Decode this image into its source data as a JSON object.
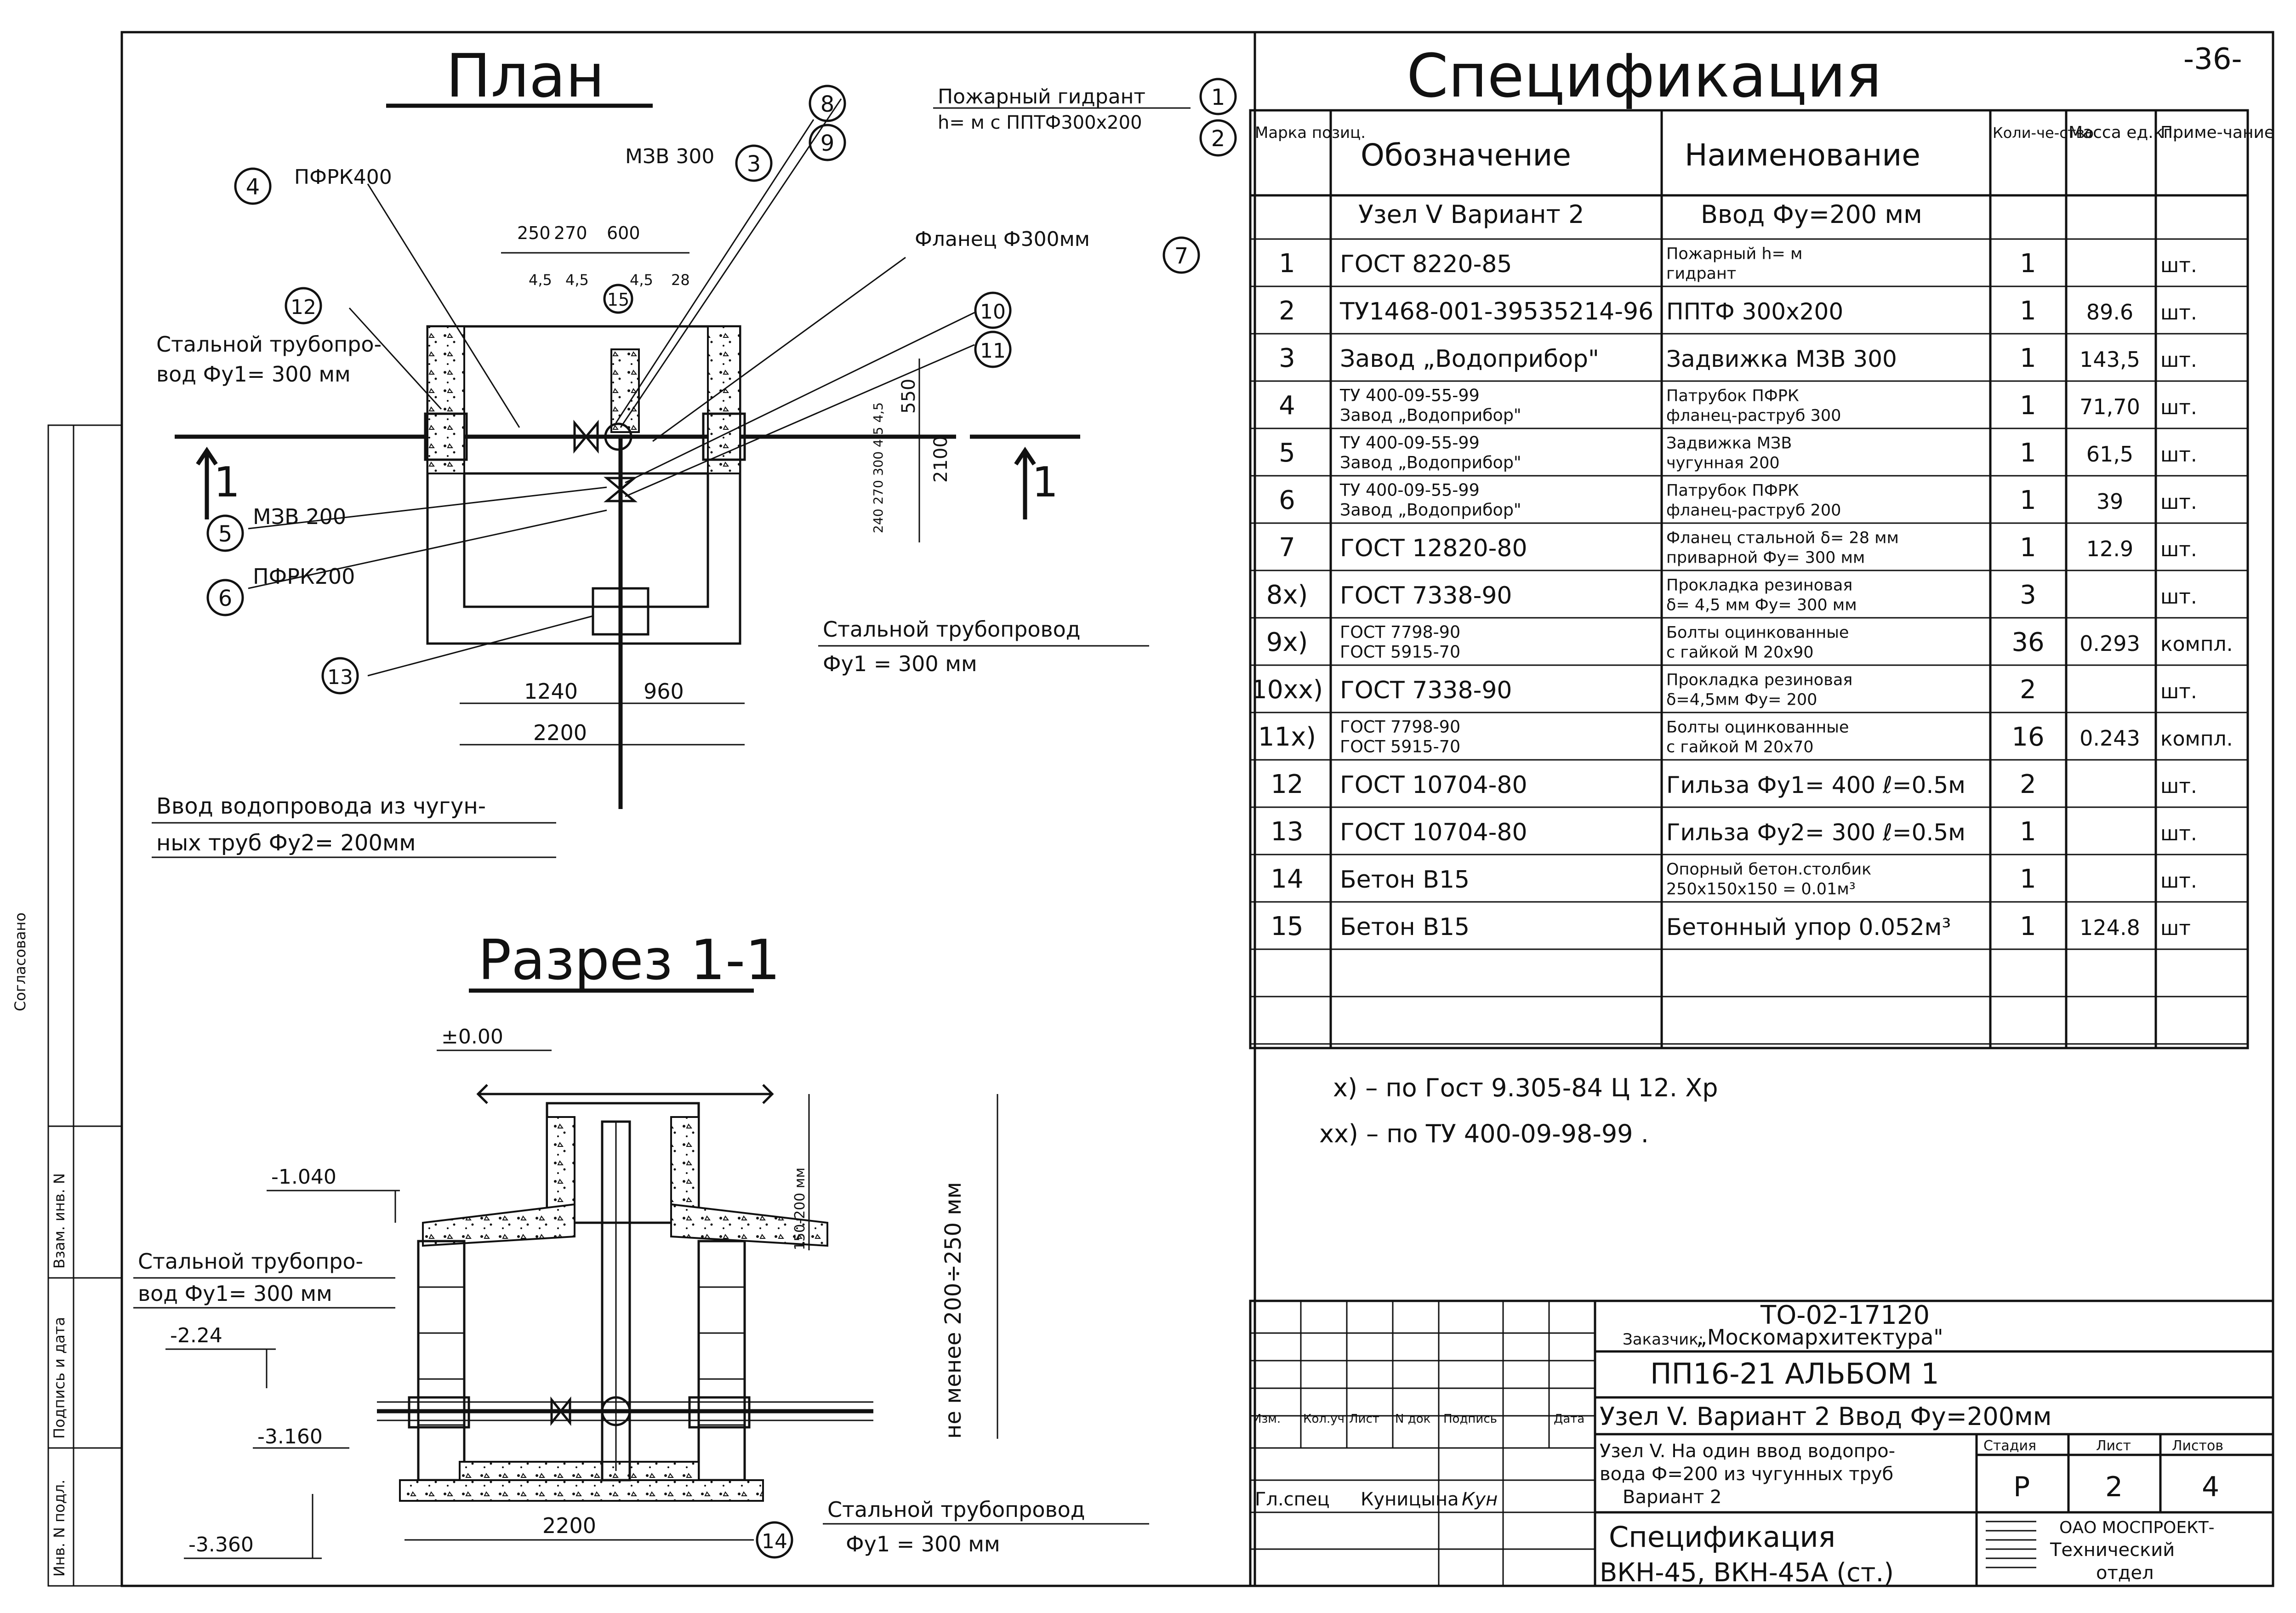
{
  "page_number": "-36-",
  "plan": {
    "title": "План",
    "hydrant_label_1": "Пожарный гидрант",
    "hydrant_label_2": "h=       м с ППТФ300х200",
    "mzv300": "МЗВ 300",
    "pfrk400": "ПФРК400",
    "flange": "Фланец Ф300мм",
    "steel_pipe_left_1": "Стальной трубопро-",
    "steel_pipe_left_2": "вод  Фу1= 300 мм",
    "mzv200": "МЗВ  200",
    "pfrk200": "ПФРК200",
    "steel_pipe_right_1": "Стальной трубопровод",
    "steel_pipe_right_2": "Фу1 = 300 мм",
    "dims_top": [
      "250",
      "270",
      "600"
    ],
    "dims_top_small": [
      "4,5",
      "4,5",
      "4,5",
      "28"
    ],
    "dim_550": "550",
    "dim_2100": "2100",
    "dims_vertical_small": "240 270 300  4,5 4,5",
    "dim_1240": "1240",
    "dim_960": "960",
    "dim_2200": "2200",
    "inlet_1": "Ввод  водопровода  из  чугун-",
    "inlet_2": "ных  труб  Фу2= 200мм",
    "section_marker": "1"
  },
  "callouts": [
    "1",
    "2",
    "3",
    "4",
    "5",
    "6",
    "7",
    "8",
    "9",
    "10",
    "11",
    "12",
    "13",
    "14",
    "15"
  ],
  "section": {
    "title": "Разрез 1-1",
    "level_000": "±0.00",
    "level_1040": "-1.040",
    "level_224": "-2.24",
    "level_3160": "-3.160",
    "level_3360": "-3.360",
    "steel_pipe_left_1": "Стальной трубопро-",
    "steel_pipe_left_2": "вод  Фу1= 300 мм",
    "steel_pipe_right_1": "Стальной  трубопровод",
    "steel_pipe_right_2": "Фу1 = 300 мм",
    "dim_2200": "2200",
    "depth_note": "не менее  200÷250 мм",
    "dim_150": "150-200 мм"
  },
  "spec": {
    "title": "Спецификация",
    "headers": {
      "pos": "Марка позиц.",
      "designation": "Обозначение",
      "name": "Наименование",
      "qty": "Коли-че-ство",
      "mass": "Масса ед.кг.",
      "note": "Приме-чание"
    },
    "group_row": {
      "designation": "Узел V  Вариант 2",
      "name": "Ввод  Фу=200 мм"
    },
    "rows": [
      {
        "pos": "1",
        "designation": "ГОСТ  8220-85",
        "name": "Пожарный  гидрант h=     м",
        "qty": "1",
        "mass": "",
        "note": "шт."
      },
      {
        "pos": "2",
        "designation": "ТУ1468-001-39535214-96",
        "name": "ППТФ  300х200",
        "qty": "1",
        "mass": "89.6",
        "note": "шт."
      },
      {
        "pos": "3",
        "designation": "Завод „Водоприбор\"",
        "name": "Задвижка  МЗВ 300",
        "qty": "1",
        "mass": "143,5",
        "note": "шт."
      },
      {
        "pos": "4",
        "designation": "ТУ 400-09-55-99 Завод „Водоприбор\"",
        "name": "Патрубок фланец-раструб ПФРК 300",
        "qty": "1",
        "mass": "71,70",
        "note": "шт."
      },
      {
        "pos": "5",
        "designation": "ТУ 400-09-55-99 Завод „Водоприбор\"",
        "name": "Задвижка чугунная МЗВ 200",
        "qty": "1",
        "mass": "61,5",
        "note": "шт."
      },
      {
        "pos": "6",
        "designation": "ТУ 400-09-55-99 Завод „Водоприбор\"",
        "name": "Патрубок фланец-раструб ПФРК 200",
        "qty": "1",
        "mass": "39",
        "note": "шт."
      },
      {
        "pos": "7",
        "designation": "ГОСТ  12820-80",
        "name": "Фланец стальной приварной δ= 28 мм   Фу= 300 мм",
        "qty": "1",
        "mass": "12.9",
        "note": "шт."
      },
      {
        "pos": "8х)",
        "designation": "ГОСТ   7338-90",
        "name": "Прокладка  резиновая δ= 4,5 мм  Фу= 300 мм",
        "qty": "3",
        "mass": "",
        "note": "шт."
      },
      {
        "pos": "9х)",
        "designation": "ГОСТ  7798-90 ГОСТ  5915-70",
        "name": "Болты оцинкованные с гайкой   М 20х90",
        "qty": "36",
        "mass": "0.293",
        "note": "компл."
      },
      {
        "pos": "10хх)",
        "designation": "ГОСТ  7338-90",
        "name": "Прокладка  резиновая δ=4,5мм  Фу= 200",
        "qty": "2",
        "mass": "",
        "note": "шт."
      },
      {
        "pos": "11х)",
        "designation": "ГОСТ  7798-90 ГОСТ  5915-70",
        "name": "Болты оцинкованные с гайкой   М 20х70",
        "qty": "16",
        "mass": "0.243",
        "note": "компл."
      },
      {
        "pos": "12",
        "designation": "ГОСТ  10704-80",
        "name": "Гильза  Фу1= 400  ℓ=0.5м",
        "qty": "2",
        "mass": "",
        "note": "шт."
      },
      {
        "pos": "13",
        "designation": "ГОСТ  10704-80",
        "name": "Гильза  Фу2= 300  ℓ=0.5м",
        "qty": "1",
        "mass": "",
        "note": "шт."
      },
      {
        "pos": "14",
        "designation": "Бетон  В15",
        "name": "Опорный бетон.столбик 250х150х150  = 0.01м³",
        "qty": "1",
        "mass": "",
        "note": "шт."
      },
      {
        "pos": "15",
        "designation": "Бетон  В15",
        "name": "Бетонный упор  0.052м³",
        "qty": "1",
        "mass": "124.8",
        "note": "шт"
      }
    ],
    "footnote_1": "х) – по  Гост  9.305-84  Ц 12. Хр",
    "footnote_2": "хх) – по  ТУ 400-09-98-99 ."
  },
  "title_block": {
    "code": "ТО-02-17120",
    "customer_label": "Заказчик:",
    "customer": "„Москомархитектура\"",
    "album": "ПП16-21    АЛЬБОМ 1",
    "node": "Узел V.   Вариант 2    Ввод  Фу=200мм",
    "cols": [
      "Изм.",
      "Кол.уч",
      "Лист",
      "N док",
      "Подпись",
      "Дата"
    ],
    "role": "Гл.спец",
    "person": "Куницына",
    "signature": "Кун",
    "desc_1": "Узел V.  На один ввод водопро-",
    "desc_2": "вода  Ф=200 из чугунных труб",
    "desc_3": "Вариант 2",
    "stage_label": "Стадия",
    "sheet_label": "Лист",
    "sheets_label": "Листов",
    "stage": "Р",
    "sheet": "2",
    "sheets": "4",
    "doc_1": "Спецификация",
    "doc_2": "ВКН-45, ВКН-45А (ст.)",
    "org_1": "ОАО МОСПРОЕКТ-",
    "org_2": "Технический",
    "org_3": "отдел"
  },
  "margin_stamps": [
    "Инв. N подл.",
    "Подпись и дата",
    "Взам. инв. N",
    "Согласовано"
  ]
}
